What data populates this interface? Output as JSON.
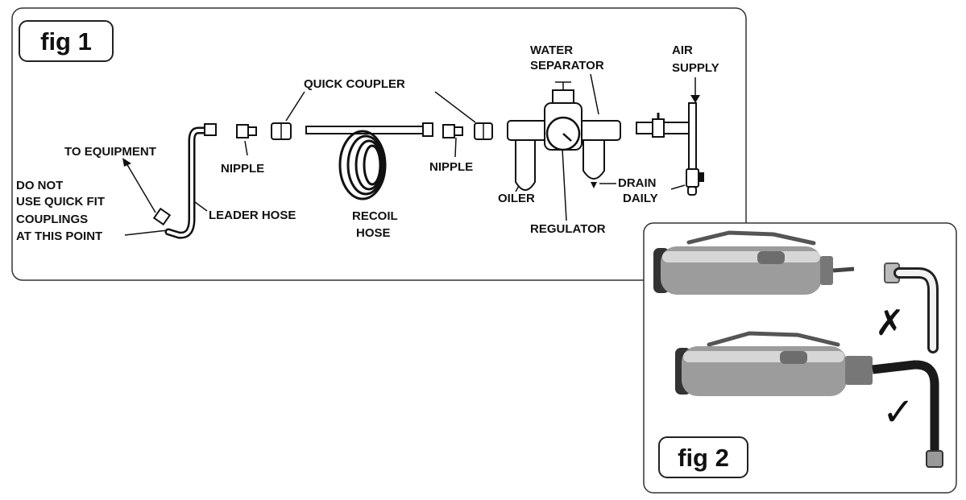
{
  "fig1": {
    "title": "fig 1",
    "labels": {
      "quick_coupler": "QUICK COUPLER",
      "water": "WATER",
      "separator": "SEPARATOR",
      "air": "AIR",
      "supply": "SUPPLY",
      "to_equipment": "TO EQUIPMENT",
      "nipple_left": "NIPPLE",
      "nipple_right": "NIPPLE",
      "do_not": "DO NOT",
      "use_quick_fit": "USE QUICK FIT",
      "couplings": "COUPLINGS",
      "at_this_point": "AT THIS POINT",
      "leader_hose": "LEADER HOSE",
      "recoil": "RECOIL",
      "hose": "HOSE",
      "oiler": "OILER",
      "drain": "DRAIN",
      "daily": "DAILY",
      "regulator": "REGULATOR"
    }
  },
  "fig2": {
    "title": "fig 2",
    "wrong_mark": "✗",
    "right_mark": "✓"
  }
}
